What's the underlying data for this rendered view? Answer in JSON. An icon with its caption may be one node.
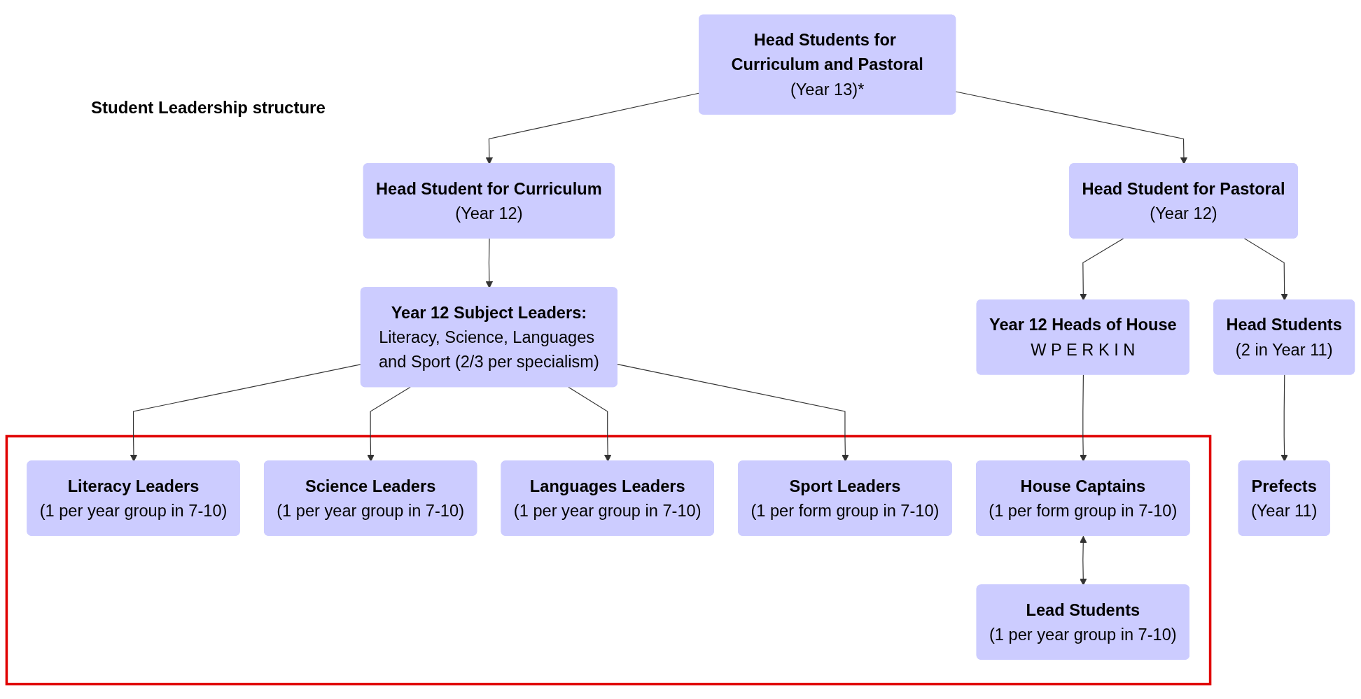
{
  "diagram": {
    "title": "Student Leadership structure",
    "nodes": [
      {
        "text": [
          "Head Students for Curriculum and Pastoral",
          "(Year 13)*"
        ]
      },
      {
        "text": [
          "Head Student for Curriculum",
          "(Year 12)"
        ]
      },
      {
        "text": [
          "Head Student for Pastoral",
          "(Year 12)"
        ]
      },
      {
        "text": [
          "Year 12 Subject Leaders:",
          "Literacy, Science, Languages and Sport (2/3 per specialism)"
        ]
      },
      {
        "text": [
          "Year 12 Heads of House",
          "W P E R K I N"
        ]
      },
      {
        "text": [
          "Head Students",
          "(2 in Year 11)"
        ]
      },
      {
        "text": [],
        "shape": "box"
      },
      {
        "text": [
          "Literacy Leaders",
          "(1 per year group in 7-10)"
        ],
        "in": 6
      },
      {
        "text": [
          "Science Leaders",
          "(1 per year group in 7-10)"
        ],
        "in": 6
      },
      {
        "text": [
          "Languages Leaders",
          "(1 per year group in 7-10)"
        ],
        "in": 6
      },
      {
        "text": [
          "Sport Leaders",
          "(1 per form group in 7-10)"
        ],
        "in": 6
      },
      {
        "text": [
          "House Captains",
          "(1 per form group in 7-10)"
        ],
        "in": 6
      },
      {
        "text": [
          "Lead Students",
          "(1 per year group in 7-10)"
        ],
        "in": 6
      },
      {
        "text": [
          "Prefects",
          "(Year 11)"
        ]
      }
    ],
    "edges": [
      {
        "from": 0,
        "to": 1,
        "arrow": "to"
      },
      {
        "from": 0,
        "to": 2,
        "arrow": "to"
      },
      {
        "from": 1,
        "to": 3,
        "arrow": "to"
      },
      {
        "from": 2,
        "to": 4,
        "arrow": "to"
      },
      {
        "from": 2,
        "to": 5,
        "arrow": "to"
      },
      {
        "from": 3,
        "to": 7,
        "arrow": "to"
      },
      {
        "from": 3,
        "to": 8,
        "arrow": "to"
      },
      {
        "from": 3,
        "to": 9,
        "arrow": "to"
      },
      {
        "from": 3,
        "to": 10,
        "arrow": "to"
      },
      {
        "from": 4,
        "to": 11,
        "arrow": "to"
      },
      {
        "from": 11,
        "to": 12,
        "arrow": "both"
      },
      {
        "from": 5,
        "to": 13,
        "arrow": "to"
      }
    ]
  }
}
